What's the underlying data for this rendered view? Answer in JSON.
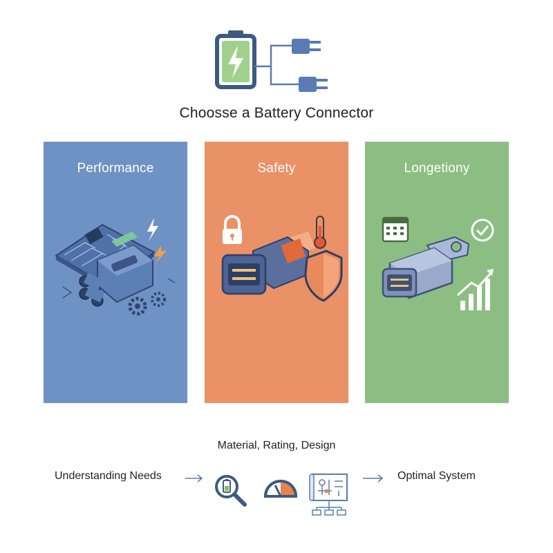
{
  "header": {
    "title": "Choosse a Battery Connector",
    "icon": "battery-plug-icon"
  },
  "colors": {
    "performance": "#6f92c4",
    "safety": "#ea9168",
    "longevity": "#8cbe84",
    "ink": "#3d5a80"
  },
  "panels": [
    {
      "title": "Performance",
      "icon": "circuit-board-connector-icon"
    },
    {
      "title": "Safety",
      "icon": "connector-shield-icon"
    },
    {
      "title": "Longetiony",
      "icon": "durable-connector-icon"
    }
  ],
  "flow": {
    "subtitle": "Material, Rating, Design",
    "start": "Understanding Needs",
    "end": "Optimal System",
    "icons": [
      "magnifier-battery-icon",
      "gauge-icon",
      "blueprint-icon"
    ]
  }
}
